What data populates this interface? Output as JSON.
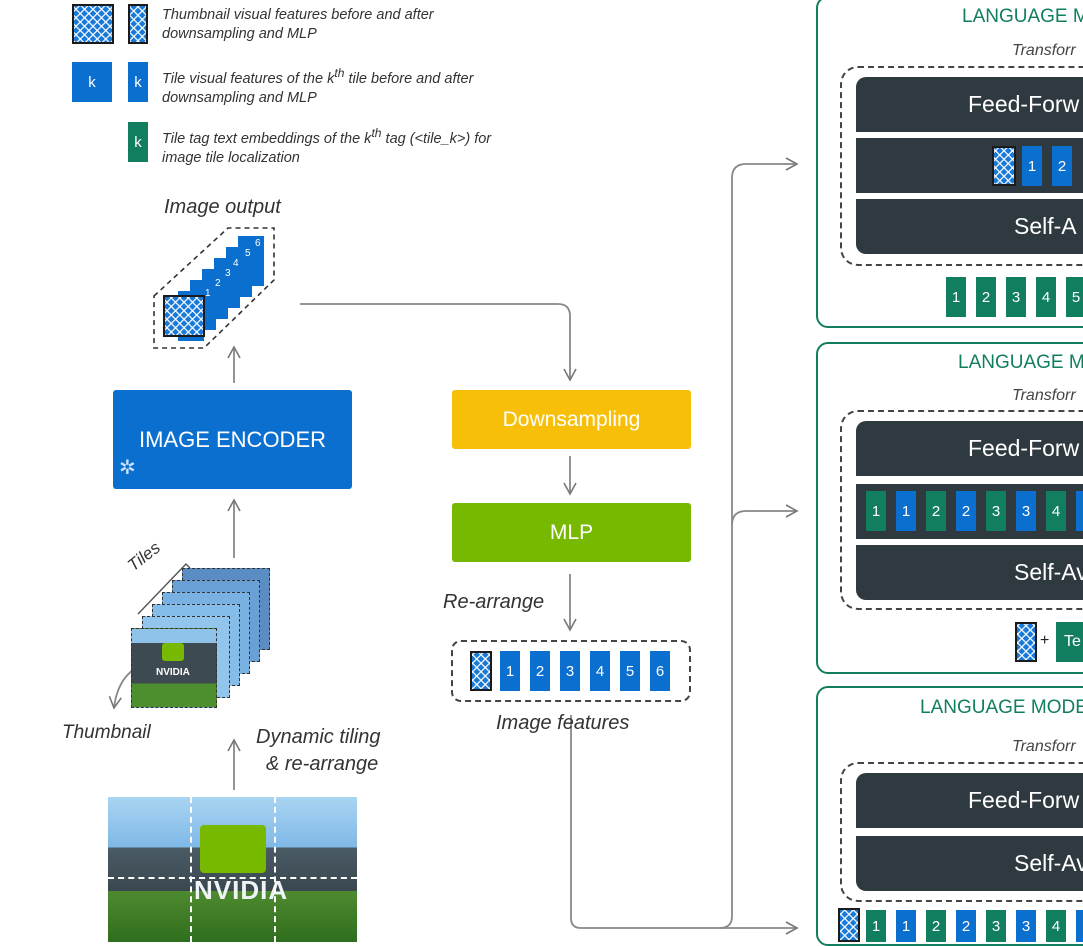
{
  "legend": {
    "thumbnail_text": "Thumbnail visual features before and after downsampling and MLP",
    "tile_text_pre": "Tile visual features of the k",
    "tile_text_sup": "th",
    "tile_text_post": " tile before and after downsampling and MLP",
    "tag_text_pre": "Tile tag text embeddings of the k",
    "tag_text_sup": "th",
    "tag_text_post": " tag (<tile_k>) for image tile localization",
    "k_label": "k"
  },
  "left": {
    "image_output_label": "Image output",
    "image_encoder_label": "IMAGE ENCODER",
    "tiles_label": "Tiles",
    "thumbnail_label": "Thumbnail",
    "dynamic_tiling_line1": "Dynamic tiling",
    "dynamic_tiling_line2": "& re-arrange",
    "nvidia_text": "NVIDIA",
    "stack_numbers": [
      "1",
      "2",
      "3",
      "4",
      "5",
      "6"
    ]
  },
  "middle": {
    "downsampling_label": "Downsampling",
    "mlp_label": "MLP",
    "rearrange_label": "Re-arrange",
    "image_features_label": "Image features",
    "feature_tokens": [
      "1",
      "2",
      "3",
      "4",
      "5",
      "6"
    ]
  },
  "right": {
    "panels": [
      {
        "title": "LANGUAGE M",
        "transformer": "Transforr",
        "ffn": "Feed-Forw",
        "mid_tokens": [
          "1",
          "2"
        ],
        "attn": "Self-A",
        "bottom_tokens": [
          "1",
          "2",
          "3",
          "4",
          "5"
        ]
      },
      {
        "title": "LANGUAGE M",
        "transformer": "Transforr",
        "ffn": "Feed-Forw",
        "mid_tokens": [
          "1",
          "1",
          "2",
          "2",
          "3",
          "3",
          "4"
        ],
        "attn": "Self-Av",
        "bottom_plus": "+",
        "bottom_text": "Te"
      },
      {
        "title": "LANGUAGE MODE",
        "transformer": "Transforr",
        "ffn": "Feed-Forw",
        "attn": "Self-Av",
        "bottom_tokens": [
          "1",
          "1",
          "2",
          "2",
          "3",
          "3",
          "4"
        ]
      }
    ]
  },
  "colors": {
    "blue": "#0b6fcf",
    "green": "#127e60",
    "yellow": "#f7bf07",
    "lime": "#77b900",
    "dark": "#2f3940"
  }
}
